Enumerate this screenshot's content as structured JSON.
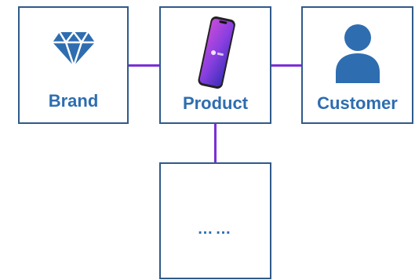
{
  "diagram": {
    "nodes": [
      {
        "label": "Brand",
        "icon": "diamond-icon"
      },
      {
        "label": "Product",
        "icon": "phone-icon"
      },
      {
        "label": "Customer",
        "icon": "person-icon"
      },
      {
        "label": "……"
      }
    ],
    "edges": [
      [
        "Brand",
        "Product"
      ],
      [
        "Product",
        "Customer"
      ],
      [
        "Product",
        "……"
      ]
    ]
  },
  "colors": {
    "node_border": "#2f5a8a",
    "label_text": "#2e6db0",
    "connector": "#7b2fd6",
    "icon_blue": "#2e6db0"
  }
}
